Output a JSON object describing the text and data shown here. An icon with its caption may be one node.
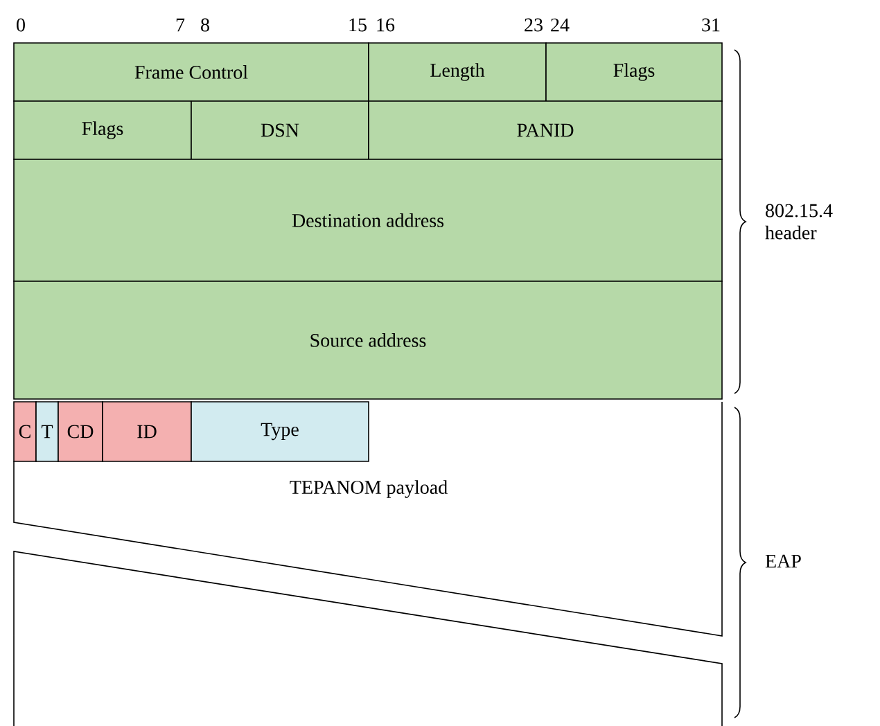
{
  "diagram": {
    "nodes": [
      {
        "text": [
          "Frame Control"
        ]
      },
      {
        "text": [
          "Length"
        ]
      },
      {
        "text": [
          "Flags"
        ]
      },
      {
        "text": [
          "Flags"
        ]
      },
      {
        "text": [
          "DSN"
        ]
      },
      {
        "text": [
          "PANID"
        ]
      },
      {
        "text": [
          "Destination address"
        ]
      },
      {
        "text": [
          "Source address"
        ]
      },
      {
        "text": [
          "C"
        ]
      },
      {
        "text": [
          "T"
        ]
      },
      {
        "text": [
          "CD"
        ]
      },
      {
        "text": [
          "ID"
        ]
      },
      {
        "text": [
          "Type"
        ]
      },
      {
        "text": [
          "TEPANOM payload"
        ]
      }
    ],
    "labels": [
      "0",
      "7",
      "8",
      "15",
      "16",
      "23",
      "24",
      "31",
      "802.15.4 header",
      "EAP"
    ]
  }
}
